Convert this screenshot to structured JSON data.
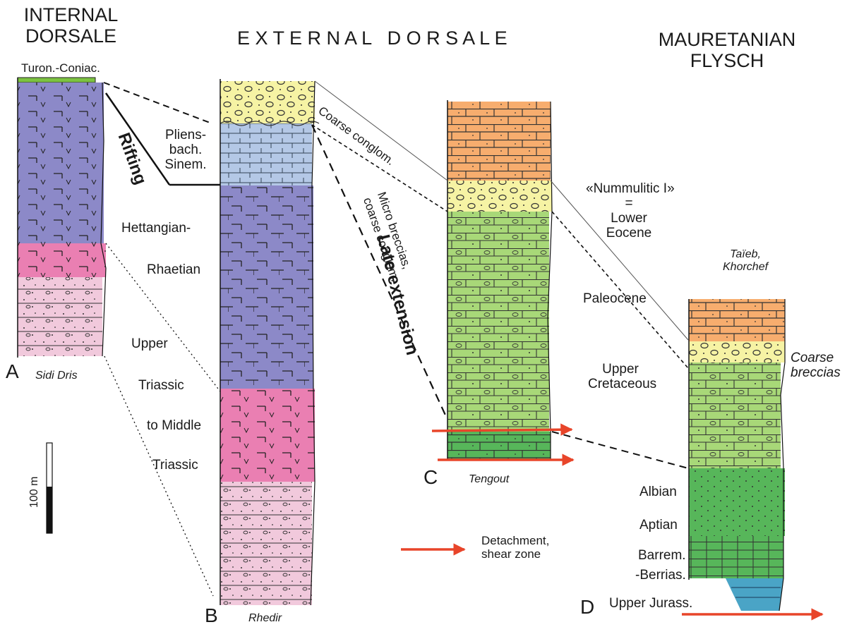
{
  "headers": {
    "internal_line1": "INTERNAL",
    "internal_line2": "DORSALE",
    "external": "E X T E R N A L   D O R S A L E",
    "maure_line1": "MAURETANIAN",
    "maure_line2": "FLYSCH"
  },
  "column_a": {
    "letter": "A",
    "locality": "Sidi Dris",
    "top_label": "Turon.-Coniac."
  },
  "column_b": {
    "letter": "B",
    "locality": "Rhedir"
  },
  "column_c": {
    "letter": "C",
    "locality": "Tengout"
  },
  "column_d": {
    "letter": "D",
    "locality": "Taïeb, Khorchef",
    "locality_line1": "Taïeb,",
    "locality_line2": "Khorchef"
  },
  "stages_b": {
    "pliens1": "Pliens-",
    "pliens2": "bach.",
    "sinem": "Sinem.",
    "hettangian": "Hettangian-",
    "rhaetian": "Rhaetian",
    "upper": "Upper",
    "triassic": "Triassic",
    "to_middle": "to Middle",
    "triassic2": "Triassic"
  },
  "stages_c": {
    "nummulitic": "«Nummulitic I»",
    "equals": "=",
    "lower": "Lower",
    "eocene": "Eocene",
    "paleocene": "Paleocene",
    "upper": "Upper",
    "cretaceous": "Cretaceous"
  },
  "stages_d": {
    "albian": "Albian",
    "aptian": "Aptian",
    "barrem": "Barrem.",
    "berrias": "-Berrias.",
    "upper_jurass": "Upper Jurass.",
    "coarse": "Coarse",
    "breccias": "breccias"
  },
  "annotations": {
    "rifting": "Rifting",
    "late_extension": "Late extension",
    "coarse_conglom": "Coarse conglom.",
    "micro_breccias": "Micro breccias,",
    "coarse_conglom2": "coarse conglom."
  },
  "legend": {
    "detachment1": "Detachment,",
    "detachment2": "shear zone"
  },
  "scale_bar": {
    "label": "100 m"
  },
  "colors": {
    "purple": "#8c89c8",
    "pink": "#ea7fb2",
    "light_pink": "#f1c9dc",
    "yellow": "#f6f3a4",
    "light_blue": "#b4c8e6",
    "orange": "#f7ad6e",
    "light_green": "#a8d878",
    "green": "#57b65a",
    "teal": "#4aa4c6",
    "red_arrow": "#e8452a",
    "top_green": "#7cc341"
  }
}
